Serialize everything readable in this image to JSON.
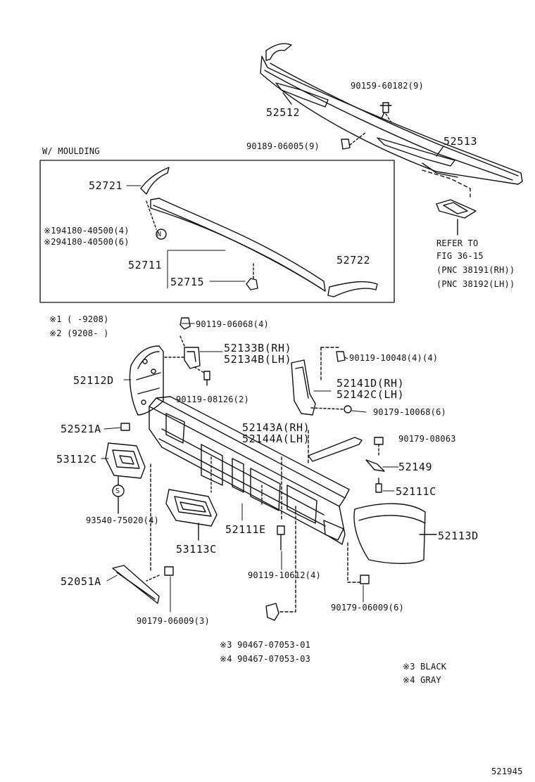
{
  "section_title": "W/ MOULDING",
  "refer": {
    "line1": "REFER TO",
    "line2": "FIG 36-15",
    "line3": "(PNC 38191(RH))",
    "line4": "(PNC 38192(LH))"
  },
  "notes": {
    "n1": "※1 (    -9208)",
    "n2": "※2 (9208-    )",
    "n3": "※3 BLACK",
    "n4": "※4 GRAY"
  },
  "symbols": {
    "n_mark": "N",
    "s_mark": "S"
  },
  "labels": {
    "p90159": "90159-60182(9)",
    "p52512": "52512",
    "p90189": "90189-06005(9)",
    "p52513": "52513",
    "p52721": "52721",
    "p94180_1": "※194180-40500(4)",
    "p94180_2": "※294180-40500(6)",
    "p52711": "52711",
    "p52722": "52722",
    "p52715": "52715",
    "p90119_06068": "90119-06068(4)",
    "p52133": "52133B(RH)",
    "p52134": "52134B(LH)",
    "p90119_10048": "90119-10048(4)(4)",
    "p52112": "52112D",
    "p52141": "52141D(RH)",
    "p52142": "52142C(LH)",
    "p90119_08126": "90119-08126(2)",
    "p90179_10068": "90179-10068(6)",
    "p52143": "52143A(RH)",
    "p52144": "52144A(LH)",
    "p52521": "52521A",
    "p90179_08063": "90179-08063",
    "p53112": "53112C",
    "p52149": "52149",
    "p52111c": "52111C",
    "p93540": "93540-75020(4)",
    "p52111e": "52111E",
    "p52113": "52113D",
    "p53113": "53113C",
    "p52051": "52051A",
    "p90119_10612": "90119-10612(4)",
    "p90179_06009a": "90179-06009(3)",
    "p90179_06009b": "90179-06009(6)",
    "p90467_01": "※3 90467-07053-01",
    "p90467_03": "※4 90467-07053-03"
  },
  "figure_id": "521945"
}
